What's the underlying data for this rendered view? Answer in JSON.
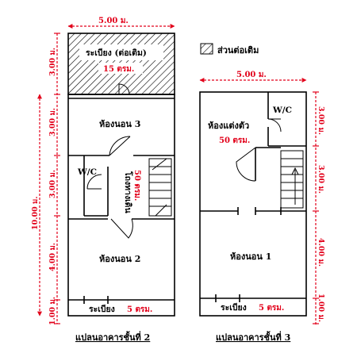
{
  "legend": {
    "label": "ส่วนต่อเติม"
  },
  "floor2": {
    "caption": "แปลนอาคารชั้นที่ 2",
    "width_dim": "5.00 ม.",
    "total_dim": "10.00 ม.",
    "seg_dims": [
      "3.00 ม.",
      "3.00 ม.",
      "3.00 ม.",
      "4.00 ม.",
      "1.00 ม."
    ],
    "ext_room": {
      "name": "ระเบียง (ต่อเติม)",
      "area": "15 ตรม."
    },
    "bedroom3": "ห้องนอน 3",
    "wc": "W/C",
    "hall": {
      "name": "โถงทางเดิน",
      "area": "50 ตรม."
    },
    "bedroom2": "ห้องนอน 2",
    "balcony": {
      "name": "ระเบียง",
      "area": "5 ตรม."
    }
  },
  "floor3": {
    "caption": "แปลนอาคารชั้นที่ 3",
    "width_dim": "5.00 ม.",
    "seg_dims": [
      "3.00 ม.",
      "3.00 ม.",
      "4.00 ม.",
      "1.00 ม."
    ],
    "dressing": {
      "name": "ห้องแต่งตัว",
      "area": "50 ตรม."
    },
    "wc": "W/C",
    "bedroom1": "ห้องนอน 1",
    "balcony": {
      "name": "ระเบียง",
      "area": "5 ตรม."
    }
  }
}
